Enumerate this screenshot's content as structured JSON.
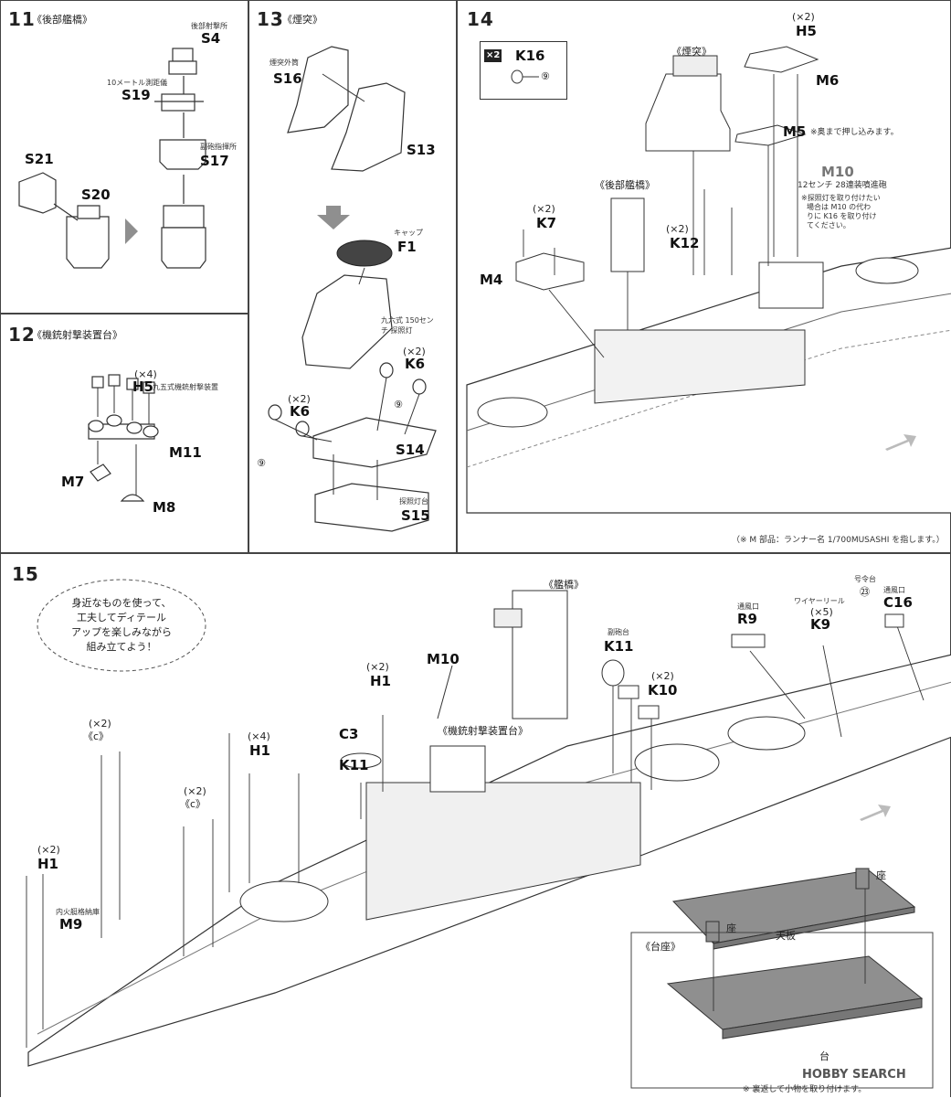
{
  "step11": {
    "number": "11",
    "title": "《後部艦橋》",
    "parts": [
      {
        "id": "S4",
        "note": "後部射撃所"
      },
      {
        "id": "S19",
        "note": "10メートル測距儀"
      },
      {
        "id": "S17",
        "note": "副砲指揮所"
      },
      {
        "id": "S21",
        "note": ""
      },
      {
        "id": "S20",
        "note": ""
      }
    ]
  },
  "step12": {
    "number": "12",
    "title": "《機銃射撃装置台》",
    "qty": "(×4)",
    "parts": [
      {
        "id": "H5",
        "note": "九五式機銃射撃装置"
      },
      {
        "id": "M11",
        "note": ""
      },
      {
        "id": "M7",
        "note": ""
      },
      {
        "id": "M8",
        "note": ""
      }
    ]
  },
  "step13": {
    "number": "13",
    "title": "《煙突》",
    "parts": [
      {
        "id": "S16",
        "note": "煙突外筒"
      },
      {
        "id": "S13",
        "note": ""
      },
      {
        "id": "F1",
        "note": "キャップ"
      },
      {
        "id": "K6a",
        "label": "K6",
        "qty": "(×2)",
        "note": "九六式 150センチ 探照灯"
      },
      {
        "id": "K6b",
        "label": "K6",
        "qty": "(×2)",
        "note": ""
      },
      {
        "id": "S14",
        "note": ""
      },
      {
        "id": "S15",
        "note": "探照灯台"
      }
    ],
    "marker": "⑨"
  },
  "step14": {
    "number": "14",
    "title": "",
    "inset_qty": "×2",
    "inset_part": "K16",
    "marker": "⑨",
    "labels": {
      "funnel": "《煙突》",
      "aft_bridge": "《後部艦橋》",
      "h5": "H5",
      "h5_qty": "(×2)",
      "m6": "M6",
      "m5": "M5",
      "m5_note": "※奥まで押し込みます。",
      "m10": "M10",
      "m10_note": "12センチ 28連装噴進砲",
      "m10_note2": "※探照灯を取り付けたい",
      "m10_note3": "場合は M10 の代わ",
      "m10_note4": "りに K16 を取り付け",
      "m10_note5": "てください。",
      "k7": "K7",
      "k7_qty": "(×2)",
      "k12": "K12",
      "k12_qty": "(×2)",
      "m4": "M4"
    },
    "footnote": "（※ M 部品：ランナー名 1/700MUSASHI を指します。）"
  },
  "step15": {
    "number": "15",
    "bubble": [
      "身近なものを使って、",
      "工夫してディテール",
      "アップを楽しみながら",
      "組み立てよう！"
    ],
    "labels": {
      "bridge": "《艦橋》",
      "m10": "M10",
      "h1_mid": "H1",
      "h1_mid_qty": "(×2)",
      "c3": "C3",
      "k11_left": "K11",
      "k11_right": "K11",
      "k11_note": "副砲台",
      "k10": "K10",
      "k10_qty": "(×2)",
      "aa_platform": "《機銃射撃装置台》",
      "r9": "R9",
      "r9_note": "通風口",
      "k9": "K9",
      "k9_qty": "(×5)",
      "k9_note": "ワイヤーリール",
      "c16": "C16",
      "c16_note": "通風口",
      "c16_marker": "㉓",
      "c16_marker_note": "号令台",
      "c_top": "《c》",
      "c_top_qty": "(×2)",
      "h1_4": "H1",
      "h1_4_qty": "(×4)",
      "c_mid": "《c》",
      "c_mid_qty": "(×2)",
      "h1_left": "H1",
      "h1_left_qty": "(×2)",
      "m9": "M9",
      "m9_note": "内火艇格納庫"
    },
    "stand": {
      "title": "《台座》",
      "seat_left": "座",
      "seat_right": "座",
      "top_plate": "天板",
      "base": "台"
    },
    "bottom_note": "※ 裏返して小物を取り付けます。"
  },
  "watermark": "HOBBY SEARCH",
  "colors": {
    "line": "#333333",
    "fill": "#8f8f8f",
    "ink": "#222222"
  }
}
